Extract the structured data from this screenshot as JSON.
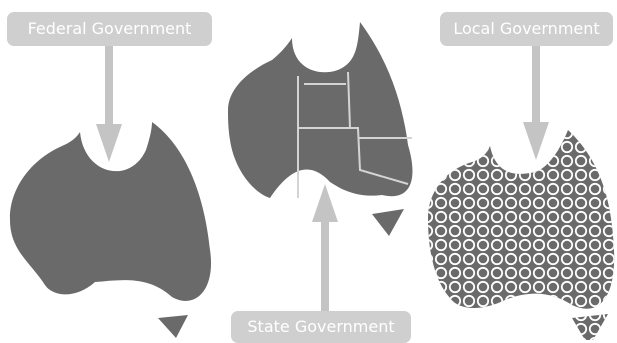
{
  "labels": {
    "federal": "Federal Government",
    "state": "State Government",
    "local": "Local Government"
  },
  "colors": {
    "map_fill": "#6a6a6a",
    "label_bg": "#cfcfcf",
    "arrow": "#c4c4c4",
    "borders": "#d4d4d4",
    "pattern_ring": "#ffffff"
  }
}
